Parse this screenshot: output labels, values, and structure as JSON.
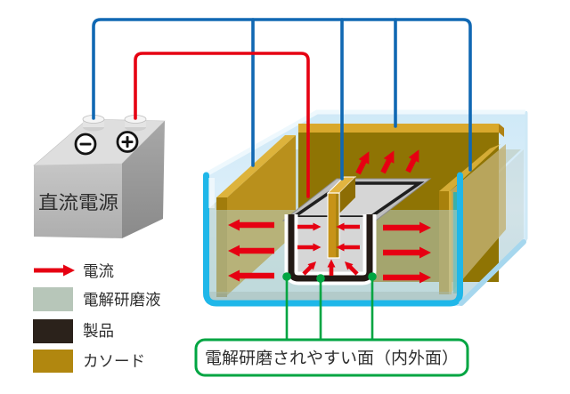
{
  "power_supply": {
    "label": "直流電源",
    "minus_symbol": "−",
    "plus_symbol": "+"
  },
  "wiring": {
    "negative_wire_color": "#1068b3",
    "positive_wire_color": "#e60012"
  },
  "tank": {
    "outline_color": "#1fb7e9",
    "liquid_color": "#b7cdc7"
  },
  "legend": {
    "items": [
      {
        "id": "current",
        "label": "電流",
        "swatch": "arrow",
        "color": "#e60012"
      },
      {
        "id": "electrolyte",
        "label": "電解研磨液",
        "swatch": "square",
        "color": "#b7c6b9"
      },
      {
        "id": "product",
        "label": "製品",
        "swatch": "square",
        "color": "#2b221b"
      },
      {
        "id": "cathode",
        "label": "カソード",
        "swatch": "square",
        "color": "#b1870f"
      }
    ]
  },
  "callout": {
    "label": "電解研磨されやすい面（内外面）",
    "color": "#00a542"
  }
}
